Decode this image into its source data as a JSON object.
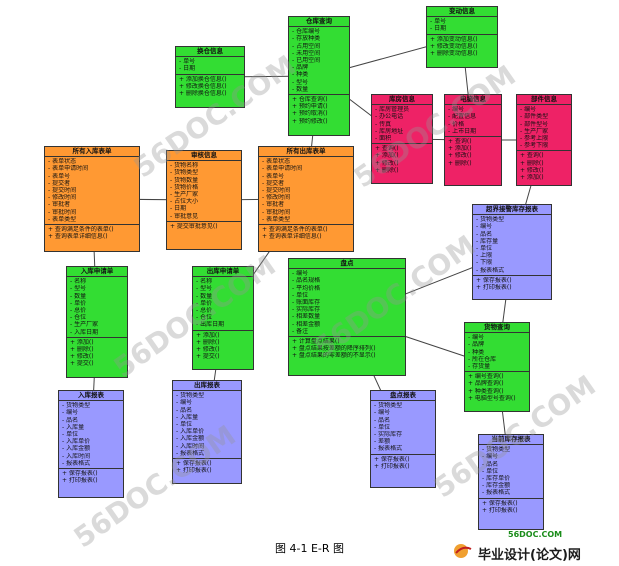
{
  "caption": "图 4-1 E-R 图",
  "watermark": {
    "site": "56DOC.COM",
    "corner_site": "56DOC.COM",
    "brand": "毕业设计(论文)网"
  },
  "colors": {
    "green": "#33dd33",
    "orange": "#ff9933",
    "pink": "#ee2266",
    "blue": "#9999ff",
    "line": "#444444"
  },
  "entities": [
    {
      "id": "warehouse_query",
      "color": "green",
      "title": "仓库查询",
      "attributes": [
        "仓库编号",
        "存放种类",
        "占用空间",
        "未用空间",
        "已用空间",
        "品牌",
        "种类",
        "型号",
        "数量"
      ],
      "operations": [
        "仓库查询()",
        "预约申请()",
        "预约取消()",
        "预约修改()"
      ]
    },
    {
      "id": "change_info",
      "color": "green",
      "title": "变动信息",
      "attributes": [
        "单号",
        "日期"
      ],
      "operations": [
        "添加变动信息()",
        "修改变动信息()",
        "删除变动信息()"
      ]
    },
    {
      "id": "transfer_info",
      "color": "green",
      "title": "换仓信息",
      "attributes": [
        "单号",
        "日期"
      ],
      "operations": [
        "添加换仓信息()",
        "修改换仓信息()",
        "删除换仓信息()"
      ]
    },
    {
      "id": "warehouse_info",
      "color": "pink",
      "title": "库房信息",
      "attributes": [
        "库房管理员",
        "办公电话",
        "传真",
        "库房地址",
        "面积"
      ],
      "operations": [
        "查询()",
        "添加()",
        "修改()",
        "删除()"
      ]
    },
    {
      "id": "computer_info",
      "color": "pink",
      "title": "电脑信息",
      "attributes": [
        "编号",
        "配置信息",
        "价格",
        "上市日期"
      ],
      "operations": [
        "查询()",
        "添加()",
        "修改()",
        "删除()"
      ]
    },
    {
      "id": "parts_info",
      "color": "pink",
      "title": "部件信息",
      "attributes": [
        "编号",
        "部件类型",
        "部件型号",
        "生产厂家",
        "参考上限",
        "参考下限"
      ],
      "operations": [
        "查询()",
        "删除()",
        "修改()",
        "添加()"
      ]
    },
    {
      "id": "all_inbound",
      "color": "orange",
      "title": "所有入库表单",
      "attributes": [
        "表单状态",
        "表单申请时间",
        "表单号",
        "提交者",
        "提交时间",
        "修改时间",
        "审批者",
        "审批时间",
        "表单类型"
      ],
      "operations": [
        "查询满足条件的表单()",
        "查询表单详细信息()"
      ]
    },
    {
      "id": "review_info",
      "color": "orange",
      "title": "审核信息",
      "attributes": [
        "货物名称",
        "货物类型",
        "货物数量",
        "货物价格",
        "生产厂家",
        "占位大小",
        "日期",
        "审批意见"
      ],
      "operations": [
        "提交审批意见()"
      ]
    },
    {
      "id": "all_outbound",
      "color": "orange",
      "title": "所有出库表单",
      "attributes": [
        "表单状态",
        "表单申请时间",
        "表单号",
        "提交者",
        "提交时间",
        "修改时间",
        "审批者",
        "审批时间",
        "表单类型"
      ],
      "operations": [
        "查询满足条件的表单()",
        "查询表单详细信息()"
      ]
    },
    {
      "id": "threshold_report",
      "color": "blue",
      "title": "超界接警库存报表",
      "attributes": [
        "货物类型",
        "编号",
        "品名",
        "库存量",
        "单位",
        "上限",
        "下限",
        "报表格式"
      ],
      "operations": [
        "保存报表()",
        "打印报表()"
      ]
    },
    {
      "id": "inbound_request",
      "color": "green",
      "title": "入库申请单",
      "attributes": [
        "名称",
        "型号",
        "数量",
        "单价",
        "总价",
        "仓位",
        "生产厂家",
        "入库日期"
      ],
      "operations": [
        "添加()",
        "删除()",
        "修改()",
        "提交()"
      ]
    },
    {
      "id": "outbound_request",
      "color": "green",
      "title": "出库申请单",
      "attributes": [
        "名称",
        "型号",
        "数量",
        "单价",
        "总价",
        "仓位",
        "出库日期"
      ],
      "operations": [
        "添加()",
        "删除()",
        "修改()",
        "提交()"
      ]
    },
    {
      "id": "stocktake",
      "color": "green",
      "title": "盘点",
      "attributes": [
        "编号",
        "品名规格",
        "平均价格",
        "单位",
        "账面库存",
        "实际库存",
        "相差数量",
        "相差金额",
        "备注"
      ],
      "operations": [
        "计算盘点结果()",
        "盘点结果按差额的降序排列()",
        "盘点结果的零差额的不显示()"
      ]
    },
    {
      "id": "goods_query",
      "color": "green",
      "title": "货物查询",
      "attributes": [
        "编号",
        "品牌",
        "种类",
        "所在仓库",
        "存货量"
      ],
      "operations": [
        "编号查询()",
        "品牌查询()",
        "种类查询()",
        "电脑型号查询()"
      ]
    },
    {
      "id": "inbound_report",
      "color": "blue",
      "title": "入库报表",
      "attributes": [
        "货物类型",
        "编号",
        "品名",
        "入库量",
        "单位",
        "入库单价",
        "入库金额",
        "入库时间",
        "报表格式"
      ],
      "operations": [
        "保存报表()",
        "打印报表()"
      ]
    },
    {
      "id": "outbound_report",
      "color": "blue",
      "title": "出库报表",
      "attributes": [
        "货物类型",
        "编号",
        "品名",
        "入库量",
        "单位",
        "入库单价",
        "入库金额",
        "入库时间",
        "报表格式"
      ],
      "operations": [
        "保存报表()",
        "打印报表()"
      ]
    },
    {
      "id": "stocktake_report",
      "color": "blue",
      "title": "盘点报表",
      "attributes": [
        "货物类型",
        "编号",
        "品名",
        "单位",
        "实际库存",
        "差额",
        "报表格式"
      ],
      "operations": [
        "保存报表()",
        "打印报表()"
      ]
    },
    {
      "id": "current_stock_report",
      "color": "blue",
      "title": "当前库存报表",
      "attributes": [
        "货物类型",
        "编号",
        "品名",
        "单位",
        "库存单价",
        "库存金额",
        "报表格式"
      ],
      "operations": [
        "保存报表()",
        "打印报表()"
      ]
    }
  ]
}
